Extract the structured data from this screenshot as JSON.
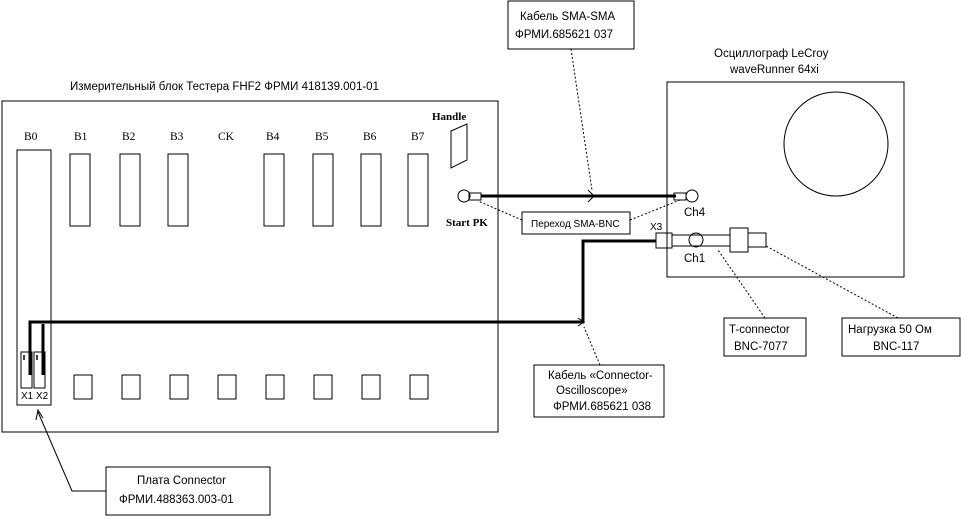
{
  "diagram": {
    "tester_title": "Измерительный блок Тестера FHF2 ФРМИ 418139.001-01",
    "slot_labels": [
      "B0",
      "B1",
      "B2",
      "B3",
      "CK",
      "B4",
      "B5",
      "B6",
      "B7"
    ],
    "handle_label": "Handle",
    "start_label": "Start PK",
    "adapter_label": "Переход SMA-BNC",
    "x1_label": "X1",
    "x2_label": "X2",
    "x3_label": "X3",
    "cable_sma": {
      "line1": "Кабель SMA-SMA",
      "line2": "ФРМИ.685621 037"
    },
    "scope": {
      "line1": "Осциллограф LeCroy",
      "line2": "waveRunner 64xi",
      "ch4": "Ch4",
      "ch1": "Ch1"
    },
    "tconnector": {
      "line1": "T-connector",
      "line2": "BNC-7077"
    },
    "load": {
      "line1": "Нагрузка 50 Ом",
      "line2": "BNC-117"
    },
    "cable_conn": {
      "line1": "Кабель «Connector-",
      "line2": "Oscilloscope»",
      "line3": "ФРМИ.685621 038"
    },
    "board": {
      "line1": "Плата Connector",
      "line2": "ФРМИ.488363.003-01"
    }
  }
}
